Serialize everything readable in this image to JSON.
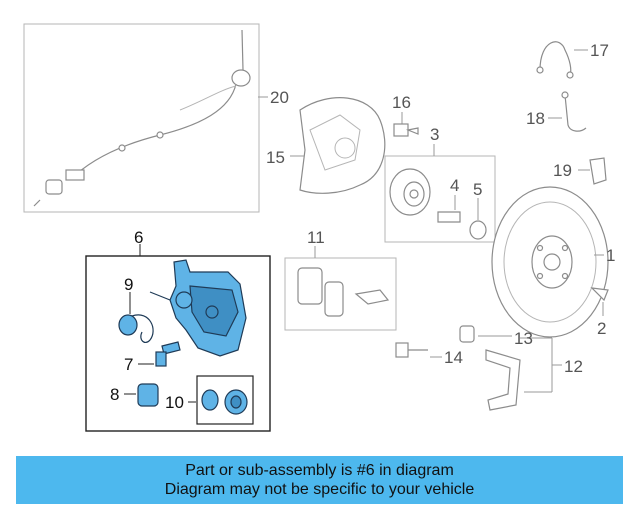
{
  "diagram": {
    "callouts": {
      "c1": "1",
      "c2": "2",
      "c3": "3",
      "c4": "4",
      "c5": "5",
      "c6": "6",
      "c7": "7",
      "c8": "8",
      "c9": "9",
      "c10": "10",
      "c11": "11",
      "c12": "12",
      "c13": "13",
      "c14": "14",
      "c15": "15",
      "c16": "16",
      "c17": "17",
      "c18": "18",
      "c19": "19",
      "c20": "20"
    },
    "highlight_color": "#5fb3e6",
    "highlighted_part": "6"
  },
  "banner": {
    "line1": "Part or sub-assembly is #6 in diagram",
    "line2": "Diagram may not be specific to your vehicle",
    "background": "#4db8ee"
  }
}
